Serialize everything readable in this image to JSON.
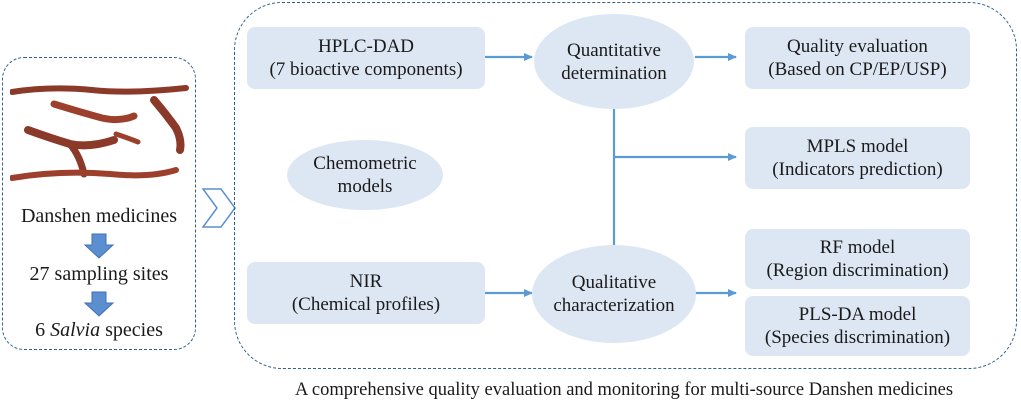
{
  "left_panel": {
    "steps": [
      "Danshen medicines",
      "27 sampling sites"
    ],
    "last_step": {
      "prefix": "6 ",
      "italic": "Salvia",
      "suffix": " species"
    }
  },
  "boxes": {
    "hplc": [
      "HPLC-DAD",
      "(7 bioactive components)"
    ],
    "nir": [
      "NIR",
      "(Chemical profiles)"
    ],
    "quality": [
      "Quality evaluation",
      "(Based on CP/EP/USP)"
    ],
    "mpls": [
      "MPLS model",
      "(Indicators prediction)"
    ],
    "rf": [
      "RF model",
      "(Region discrimination)"
    ],
    "plsda": [
      "PLS-DA model",
      "(Species discrimination)"
    ]
  },
  "ovals": {
    "chemometric": [
      "Chemometric",
      "models"
    ],
    "quantitative": [
      "Quantitative",
      "determination"
    ],
    "qualitative": [
      "Qualitative",
      "characterization"
    ]
  },
  "caption": "A comprehensive quality evaluation and monitoring for multi-source Danshen medicines",
  "colors": {
    "frame": "#2f5f8f",
    "box_fill": "#dde7f3",
    "arrow": "#5b9bd5",
    "root": "#8b3a2a"
  }
}
